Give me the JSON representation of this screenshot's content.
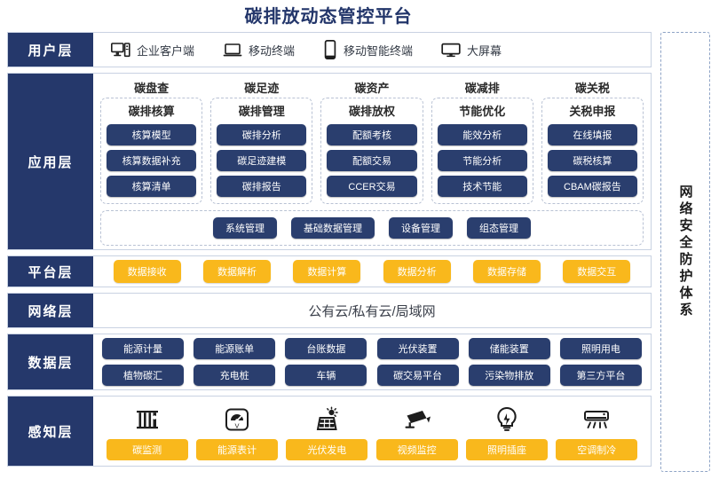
{
  "title": "碳排放动态管控平台",
  "security_band": {
    "label": "网络安全防护体系"
  },
  "layers": {
    "user": {
      "label": "用户层",
      "devices": [
        {
          "icon": "desktop-pc-icon",
          "label": "企业客户端"
        },
        {
          "icon": "laptop-icon",
          "label": "移动终端"
        },
        {
          "icon": "smartphone-icon",
          "label": "移动智能终端"
        },
        {
          "icon": "monitor-icon",
          "label": "大屏幕"
        }
      ]
    },
    "application": {
      "label": "应用层",
      "columns": [
        {
          "head": "碳盘查",
          "sub": "碳排核算",
          "items": [
            "核算模型",
            "核算数据补充",
            "核算清单"
          ]
        },
        {
          "head": "碳足迹",
          "sub": "碳排管理",
          "items": [
            "碳排分析",
            "碳足迹建模",
            "碳排报告"
          ]
        },
        {
          "head": "碳资产",
          "sub": "碳排放权",
          "items": [
            "配额考核",
            "配额交易",
            "CCER交易"
          ]
        },
        {
          "head": "碳减排",
          "sub": "节能优化",
          "items": [
            "能效分析",
            "节能分析",
            "技术节能"
          ]
        },
        {
          "head": "碳关税",
          "sub": "关税申报",
          "items": [
            "在线填报",
            "碳税核算",
            "CBAM碳报告"
          ]
        }
      ],
      "bottom_items": [
        "系统管理",
        "基础数据管理",
        "设备管理",
        "组态管理"
      ]
    },
    "platform": {
      "label": "平台层",
      "items": [
        "数据接收",
        "数据解析",
        "数据计算",
        "数据分析",
        "数据存储",
        "数据交互"
      ]
    },
    "network": {
      "label": "网络层",
      "text": "公有云/私有云/局域网"
    },
    "data": {
      "label": "数据层",
      "row1": [
        "能源计量",
        "能源账单",
        "台账数据",
        "光伏装置",
        "储能装置",
        "照明用电"
      ],
      "row2": [
        "植物碳汇",
        "充电桩",
        "车辆",
        "碳交易平台",
        "污染物排放",
        "第三方平台"
      ]
    },
    "sensing": {
      "label": "感知层",
      "items": [
        {
          "icon": "carbon-sensor-icon",
          "label": "碳监测"
        },
        {
          "icon": "gauge-meter-icon",
          "label": "能源表计"
        },
        {
          "icon": "solar-panel-icon",
          "label": "光伏发电"
        },
        {
          "icon": "cctv-camera-icon",
          "label": "视频监控"
        },
        {
          "icon": "light-bulb-icon",
          "label": "照明插座"
        },
        {
          "icon": "air-conditioner-icon",
          "label": "空调制冷"
        }
      ]
    }
  },
  "colors": {
    "navy": "#25386b",
    "pill_navy": "#2a3e6e",
    "yellow": "#f9b81c",
    "border": "#c9d2e2",
    "dashed": "#b9c2d4"
  }
}
